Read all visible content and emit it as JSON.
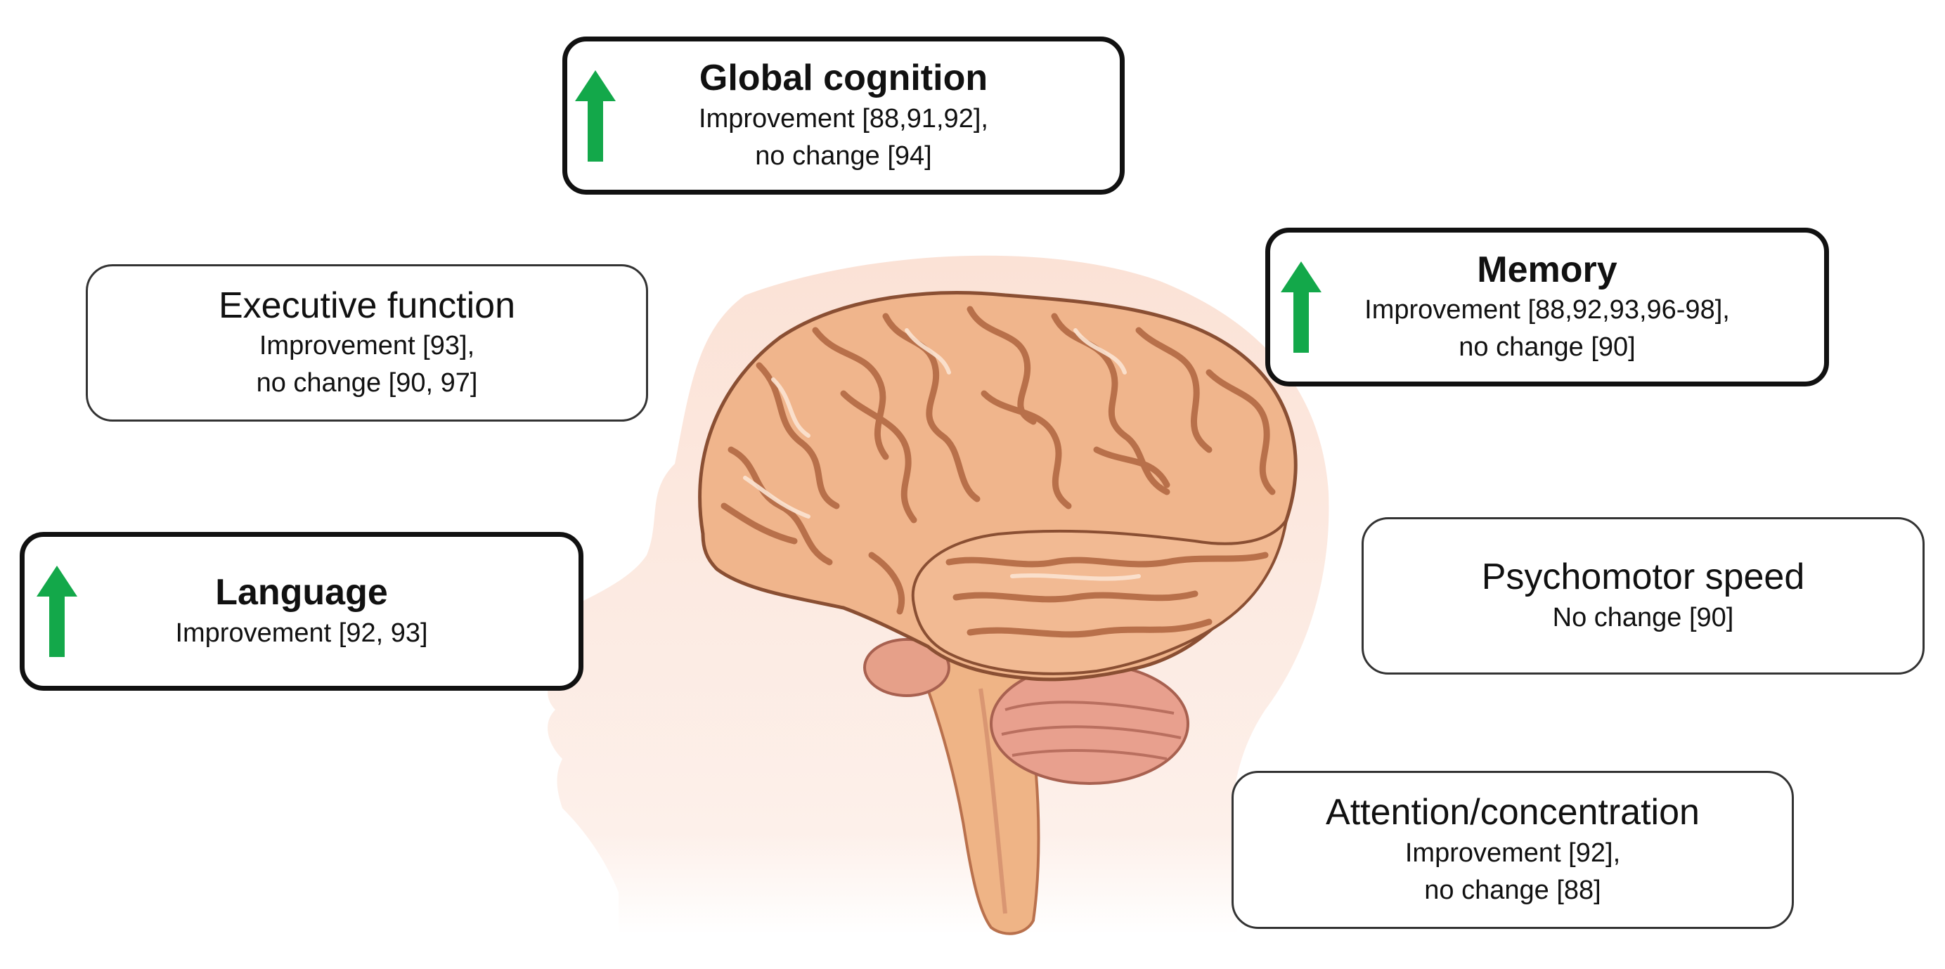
{
  "colors": {
    "arrow": "#13a84a",
    "skin": "#fbe4d8",
    "brain_fill": "#f0b58c",
    "brain_fold": "#c77c54",
    "cerebellum": "#e7a08c",
    "stem": "#eeb385"
  },
  "domains": {
    "global_cognition": {
      "title": "Global cognition",
      "line1": "Improvement [88,91,92],",
      "line2": "no change [94]",
      "icon": "up-arrow-icon"
    },
    "executive_function": {
      "title": "Executive function",
      "line1": "Improvement [93],",
      "line2": "no change [90, 97]"
    },
    "memory": {
      "title": "Memory",
      "line1": "Improvement [88,92,93,96-98],",
      "line2": "no change [90]",
      "icon": "up-arrow-icon"
    },
    "language": {
      "title": "Language",
      "line1": "Improvement [92, 93]",
      "icon": "up-arrow-icon"
    },
    "psychomotor_speed": {
      "title": "Psychomotor speed",
      "line1": "No change [90]"
    },
    "attention": {
      "title": "Attention/concentration",
      "line1": "Improvement [92],",
      "line2": "no change [88]"
    }
  }
}
